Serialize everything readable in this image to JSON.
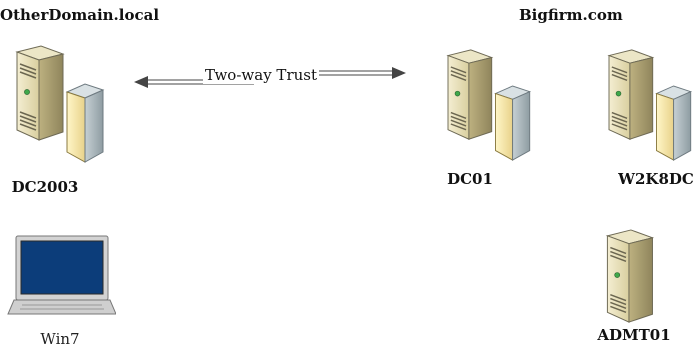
{
  "domains": {
    "left": "OtherDomain.local",
    "right": "Bigfirm.com"
  },
  "trust": {
    "label": "Two-way Trust"
  },
  "nodes": {
    "dc2003": "DC2003",
    "dc01": "DC01",
    "w2k8dc": "W2K8DC",
    "admt01": "ADMT01",
    "win7": "Win7"
  },
  "icons": {
    "server": "server-icon",
    "laptop": "laptop-icon"
  }
}
